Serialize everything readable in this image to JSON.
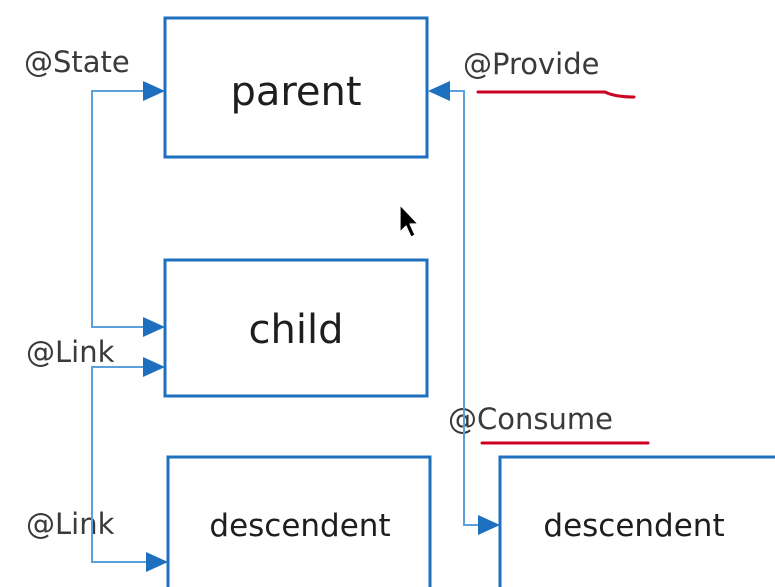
{
  "nodes": {
    "parent": "parent",
    "child": "child",
    "descendent_left": "descendent",
    "descendent_right": "descendent"
  },
  "annotations": {
    "state": "@State",
    "provide": "@Provide",
    "link_child": "@Link",
    "link_descendent": "@Link",
    "consume": "@Consume"
  },
  "colors": {
    "box_border": "#1f6fbf",
    "connector": "#5aa0dc",
    "arrowhead": "#1f6fbf",
    "underline": "#cc0022",
    "text": "#1e1e1e"
  },
  "icons": {
    "cursor": "mouse-pointer-icon"
  }
}
